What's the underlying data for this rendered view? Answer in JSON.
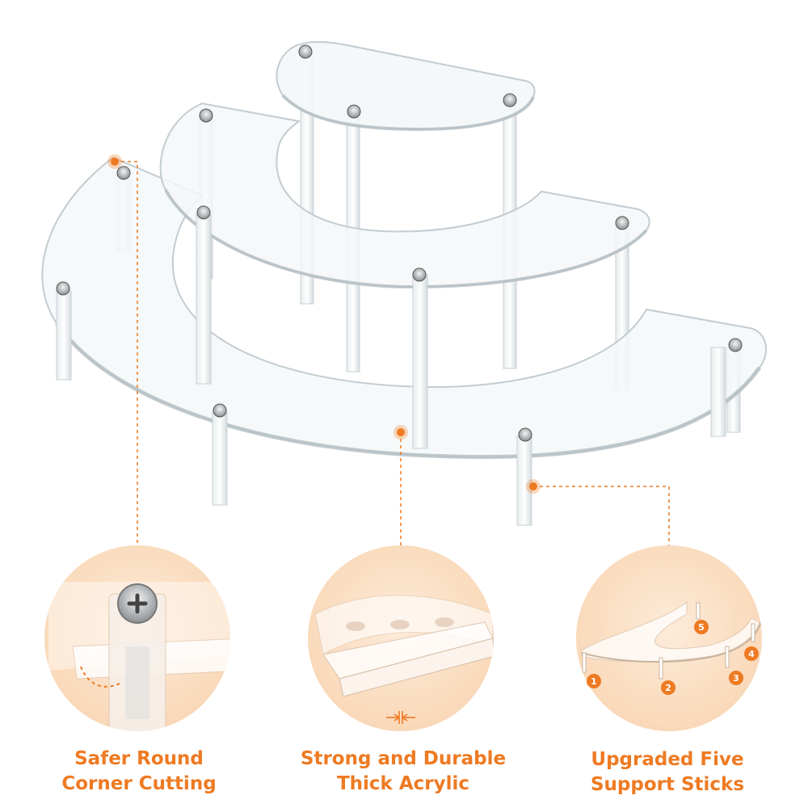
{
  "features": [
    {
      "line1": "Safer Round",
      "line2": "Corner Cutting",
      "icon": "screw-icon"
    },
    {
      "line1": "Strong and Durable",
      "line2": "Thick Acrylic",
      "icon": "thickness-icon"
    },
    {
      "line1": "Upgraded Five",
      "line2": "Support Sticks",
      "icon": "support-sticks-icon"
    }
  ],
  "support_numbers": [
    "1",
    "2",
    "3",
    "4",
    "5"
  ],
  "colors": {
    "accent": "#ee7a22",
    "circle_fill": "#fbe3cd",
    "acrylic_edge": "#c8d0d4"
  }
}
